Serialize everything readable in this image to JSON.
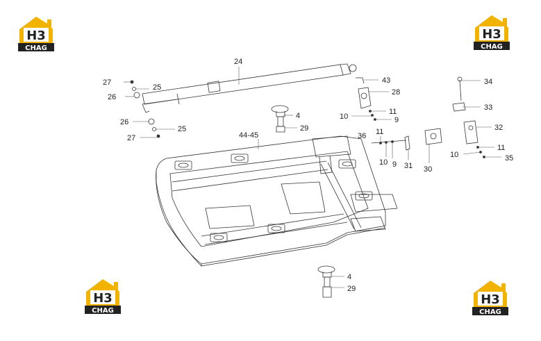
{
  "logo": {
    "mark": "H3",
    "text": "CHAG",
    "color_yellow": "#f2b300",
    "color_dark": "#222222"
  },
  "labels": {
    "l24": "24",
    "l27a": "27",
    "l25a": "25",
    "l26a": "26",
    "l26b": "26",
    "l25b": "25",
    "l27b": "27",
    "l43": "43",
    "l28": "28",
    "l11a": "11",
    "l10a": "10",
    "l9a": "9",
    "l4a": "4",
    "l29a": "29",
    "l4445": "44-45",
    "l36": "36",
    "l11b": "11",
    "l10b": "10",
    "l9b": "9",
    "l31": "31",
    "l30": "30",
    "l34": "34",
    "l33": "33",
    "l32": "32",
    "l11c": "11",
    "l10c": "10",
    "l35": "35",
    "l4b": "4",
    "l29b": "29"
  }
}
